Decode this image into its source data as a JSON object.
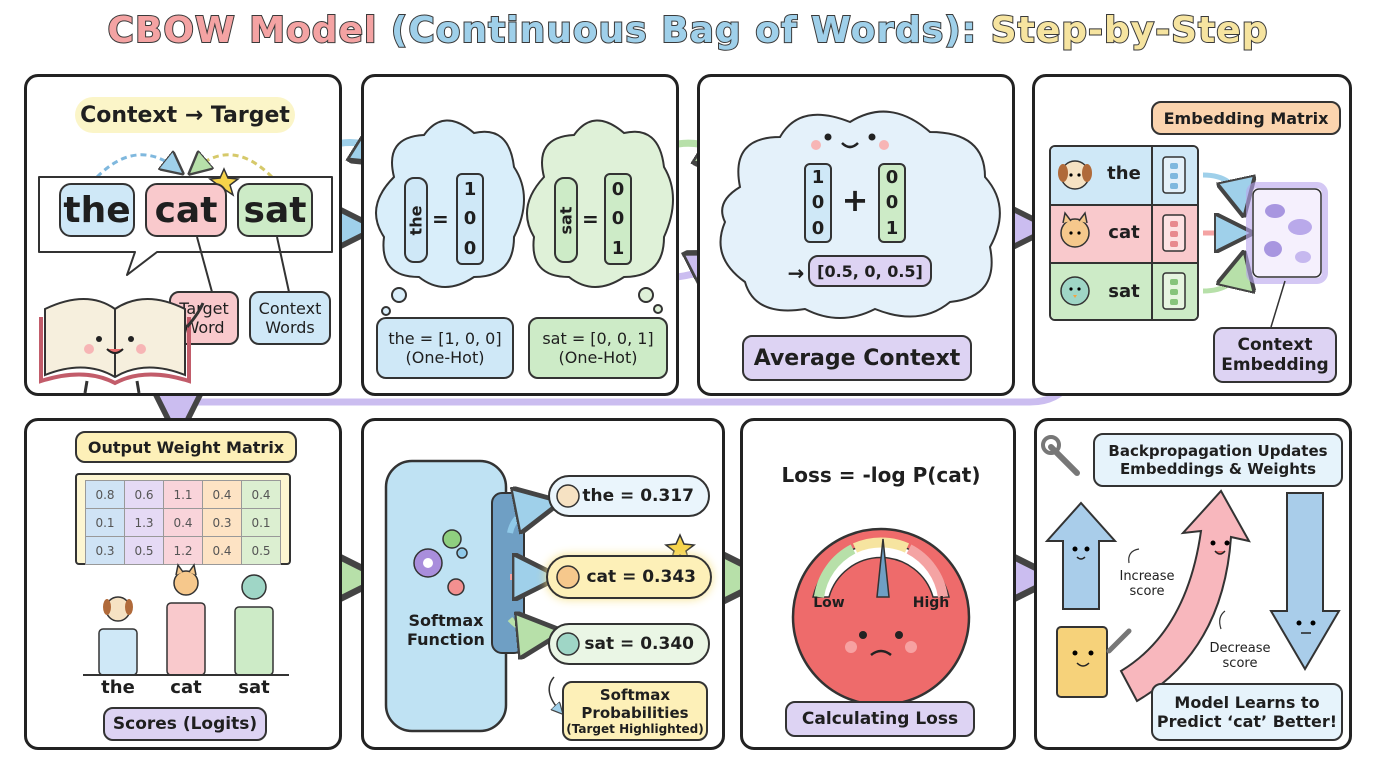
{
  "title": {
    "part1": "CBOW Model ",
    "part2": "(Continuous Bag of Words): ",
    "part3": "Step-by-Step"
  },
  "panel1": {
    "heading": "Context → Target",
    "words": [
      "the",
      "cat",
      "sat"
    ],
    "target_label": "Target Word",
    "context_label": "Context Words"
  },
  "panel2": {
    "the_word": "the",
    "sat_word": "sat",
    "eq": "=",
    "the_vec": [
      "1",
      "0",
      "0"
    ],
    "sat_vec": [
      "0",
      "0",
      "1"
    ],
    "the_label": "the = [1, 0, 0]",
    "the_sub": "(One-Hot)",
    "sat_label": "sat = [0, 0, 1]",
    "sat_sub": "(One-Hot)"
  },
  "panel3": {
    "vec_a": [
      "1",
      "0",
      "0"
    ],
    "vec_b": [
      "0",
      "0",
      "1"
    ],
    "plus": "+",
    "arrow": "→",
    "result": "[0.5, 0, 0.5]",
    "label": "Average Context"
  },
  "panel4": {
    "heading": "Embedding Matrix",
    "rows": [
      "the",
      "cat",
      "sat"
    ],
    "output": "Context Embedding"
  },
  "panel5": {
    "heading": "Output Weight Matrix",
    "matrix": [
      [
        "0.8",
        "0.6",
        "1.1",
        "0.4",
        "0.4"
      ],
      [
        "0.1",
        "1.3",
        "0.4",
        "0.3",
        "0.1"
      ],
      [
        "0.3",
        "0.5",
        "1.2",
        "0.4",
        "0.5"
      ]
    ],
    "bars": [
      "the",
      "cat",
      "sat"
    ],
    "label": "Scores (Logits)"
  },
  "panel6": {
    "machine": "Softmax Function",
    "probs": [
      "the = 0.317",
      "cat = 0.343",
      "sat = 0.340"
    ],
    "note_title": "Softmax Probabilities",
    "note_sub": "(Target Highlighted)"
  },
  "panel7": {
    "formula": "Loss = -log P(cat)",
    "low": "Low",
    "high": "High",
    "label": "Calculating Loss"
  },
  "panel8": {
    "heading": "Backpropagation Updates Embeddings & Weights",
    "increase": "Increase score",
    "decrease": "Decrease score",
    "result": "Model Learns to Predict ‘cat’ Better!"
  },
  "colors": {
    "blue": "#cfe8f7",
    "pink": "#f9c9cc",
    "green": "#cdebc7",
    "purple": "#ddd3f3",
    "yellow": "#fdf0b8"
  }
}
